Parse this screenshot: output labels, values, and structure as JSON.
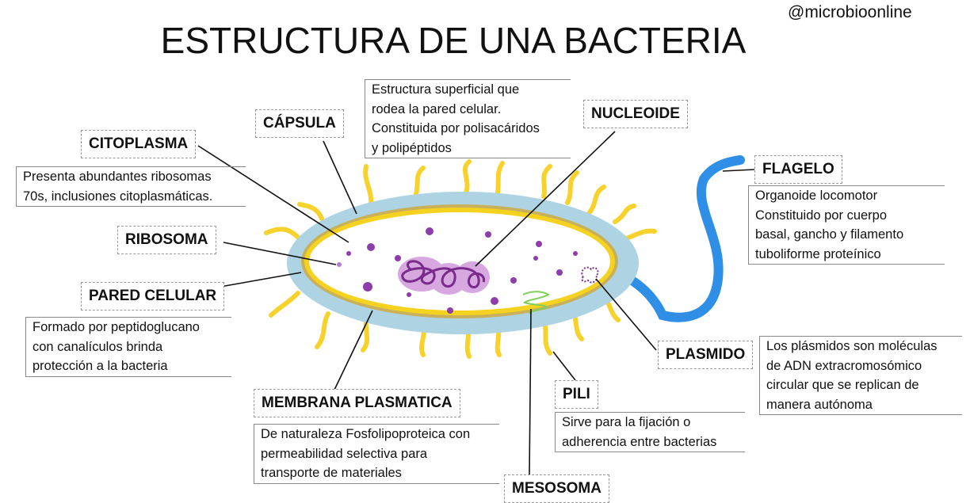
{
  "header": {
    "title": "ESTRUCTURA DE UNA BACTERIA",
    "handle": "@microbioonline"
  },
  "labels": {
    "capsula": "CÁPSULA",
    "citoplasma": "CITOPLASMA",
    "nucleoide": "NUCLEOIDE",
    "flagelo": "FLAGELO",
    "ribosoma": "RIBOSOMA",
    "pared_celular": "PARED CELULAR",
    "plasmido": "PLASMIDO",
    "pili": "PILI",
    "membrana_plasmatica": "MEMBRANA PLASMATICA",
    "mesosoma": "MESOSOMA"
  },
  "descriptions": {
    "capsula": [
      "Estructura superficial que",
      "rodea la pared celular.",
      "Constituida por polisacáridos",
      "y polipéptidos"
    ],
    "citoplasma": [
      "Presenta abundantes ribosomas",
      "70s, inclusiones citoplasmáticas."
    ],
    "flagelo": [
      "Organoide locomotor",
      "Constituido por cuerpo",
      "basal, gancho y filamento",
      "tuboliforme proteínico"
    ],
    "pared_celular": [
      "Formado por peptidoglucano",
      "con canalículos brinda",
      "protección a la bacteria"
    ],
    "plasmido": [
      "Los plásmidos son moléculas",
      "de ADN extracromosómico",
      "circular que se replican de",
      "manera autónoma"
    ],
    "pili": [
      "Sirve para la fijación o",
      "adherencia entre bacterias"
    ],
    "membrana_plasmatica": [
      "De naturaleza Fosfolipoproteica con",
      "permeabilidad selectiva para",
      "transporte de materiales"
    ]
  },
  "colors": {
    "capsule": "#aed4e3",
    "cell_wall": "#c9b05a",
    "membrane": "#f5d21f",
    "pili": "#f7d22c",
    "flagellum": "#2f8fe6",
    "nucleoid": "#7a2a8c",
    "nucleoid_fill": "#d7a8e0",
    "ribosome": "#8e3ea8",
    "mesosome": "#7fcf5a"
  }
}
